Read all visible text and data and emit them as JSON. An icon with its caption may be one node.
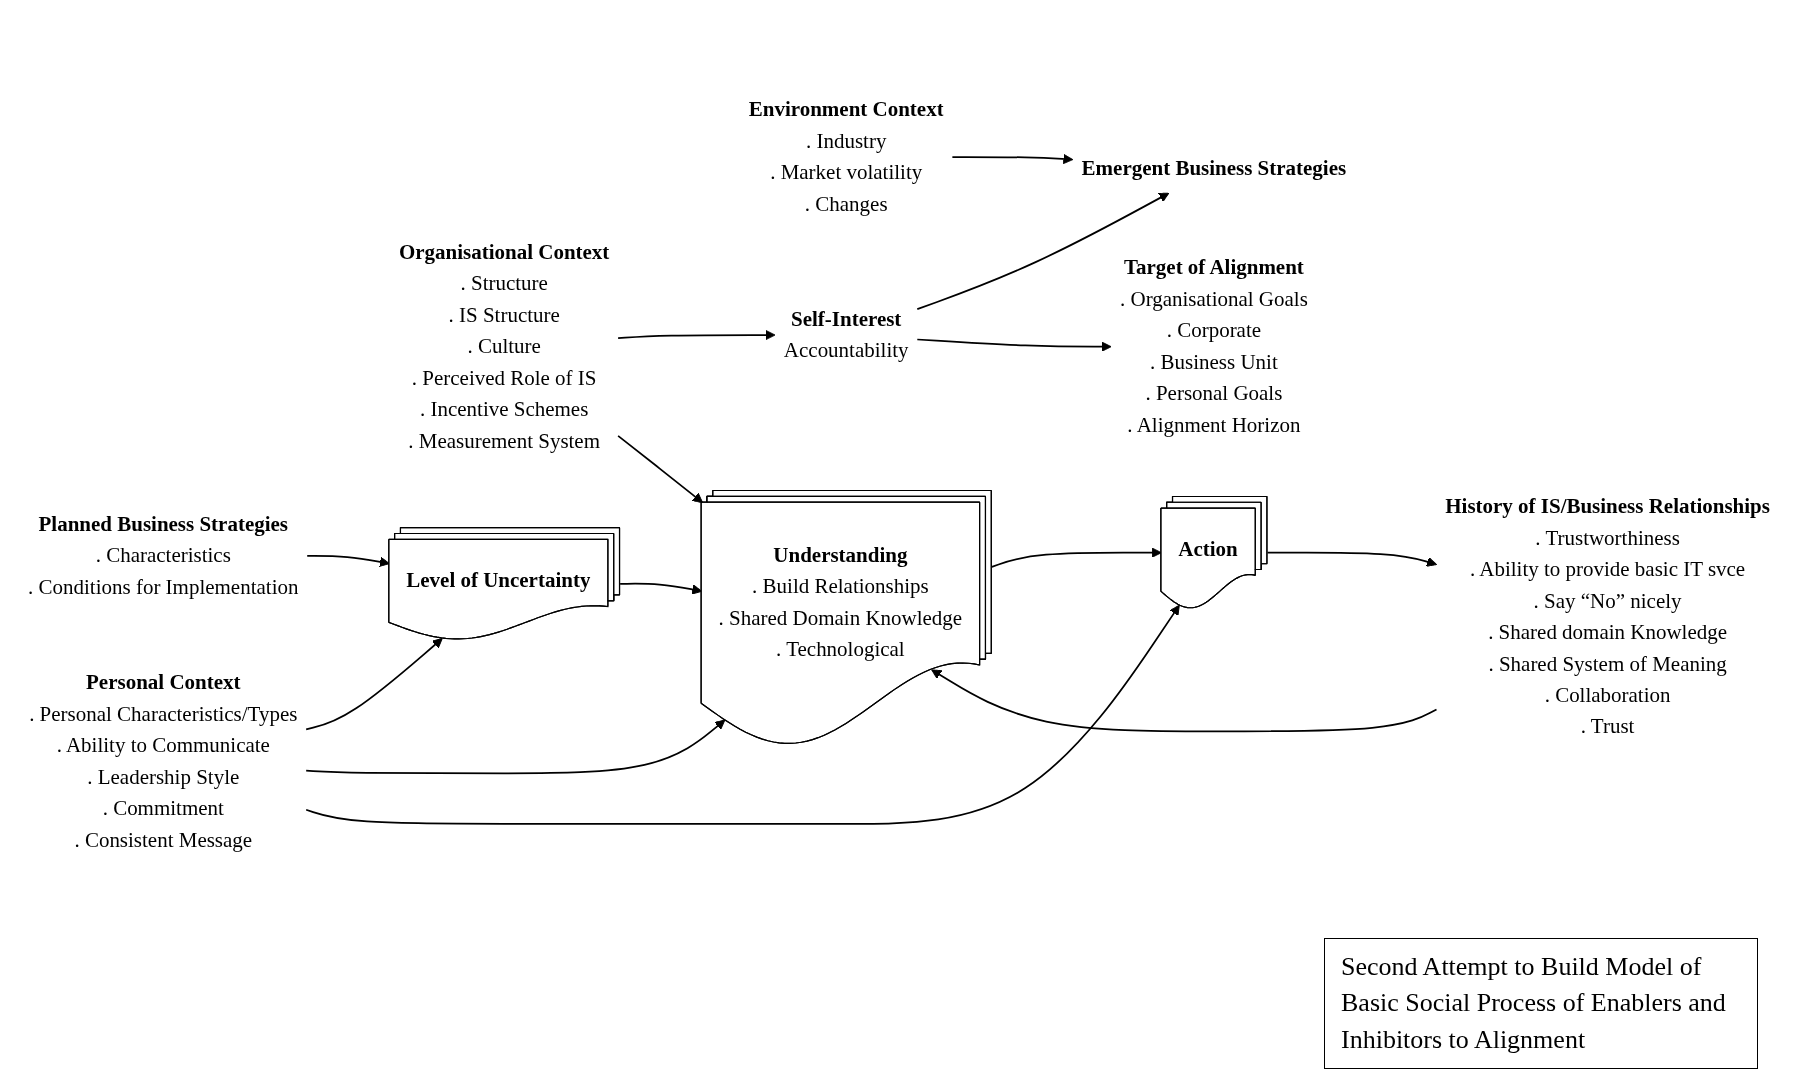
{
  "diagram": {
    "caption": "Second Attempt to Build Model of Basic Social Process of Enablers and Inhibitors to Alignment",
    "nodes": [
      {
        "text": [
          "Environment Context",
          ". Industry",
          ". Market volatility",
          ". Changes"
        ]
      },
      {
        "text": [
          "Organisational Context",
          ". Structure",
          ". IS Structure",
          ". Culture",
          ". Perceived Role of IS",
          ". Incentive Schemes",
          ". Measurement System"
        ]
      },
      {
        "text": [
          "History of IS/Business Relationships",
          ". Trustworthiness",
          ". Ability to provide basic IT svce",
          ". Say “No” nicely",
          ". Shared domain Knowledge",
          ". Shared System of Meaning",
          ". Collaboration",
          ". Trust"
        ]
      },
      {
        "text": [
          "Self-Interest",
          "Accountability"
        ]
      },
      {
        "text": [
          "Emergent Business Strategies"
        ]
      },
      {
        "text": [
          "Level of Uncertainty"
        ]
      },
      {
        "text": [
          "Understanding",
          ". Build Relationships",
          ". Shared Domain Knowledge",
          ". Technological"
        ]
      },
      {
        "text": [
          "Action"
        ]
      },
      {
        "text": [
          "Target of Alignment",
          ". Organisational Goals",
          ". Corporate",
          ". Business Unit",
          ". Personal Goals",
          ". Alignment Horizon"
        ]
      },
      {
        "text": [
          "Planned Business Strategies",
          ". Characteristics",
          ". Conditions for Implementation"
        ]
      },
      {
        "text": [
          "Personal Context",
          ". Personal Characteristics/Types",
          ". Ability to Communicate",
          ". Leadership Style",
          ". Commitment",
          ". Consistent Message"
        ]
      }
    ],
    "edges": [
      {
        "from": 0,
        "to": 4,
        "arrow": "to"
      },
      {
        "from": 1,
        "to": 3,
        "arrow": "to"
      },
      {
        "from": 3,
        "to": 4,
        "arrow": "to"
      },
      {
        "from": 3,
        "to": 8,
        "arrow": "to"
      },
      {
        "from": 1,
        "to": 6,
        "arrow": "to"
      },
      {
        "from": 2,
        "to": 6,
        "arrow": "to"
      },
      {
        "from": 7,
        "to": 2,
        "arrow": "to"
      },
      {
        "from": 5,
        "to": 6,
        "arrow": "to"
      },
      {
        "from": 6,
        "to": 7,
        "arrow": "to"
      },
      {
        "from": 9,
        "to": 5,
        "arrow": "to"
      },
      {
        "from": 10,
        "to": 5,
        "arrow": "to"
      },
      {
        "from": 10,
        "to": 6,
        "arrow": "to"
      },
      {
        "from": 10,
        "to": 7,
        "arrow": "to"
      }
    ]
  }
}
